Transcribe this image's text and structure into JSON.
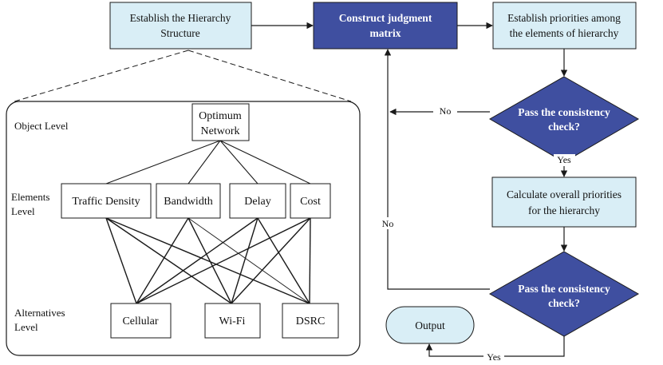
{
  "top": {
    "hierarchy": [
      "Establish the Hierarchy",
      "Structure"
    ],
    "judgment": [
      "Construct judgment",
      "matrix"
    ],
    "priorities": [
      "Establish priorities among",
      "the elements of hierarchy"
    ]
  },
  "decision1": {
    "lines": [
      "Pass the consistency",
      "check?"
    ],
    "no": "No",
    "yes": "Yes"
  },
  "calc": [
    "Calculate  overall priorities",
    "for the hierarchy"
  ],
  "decision2": {
    "lines": [
      "Pass the consistency",
      "check?"
    ],
    "no": "No",
    "yes": "Yes"
  },
  "output": "Output",
  "hierarchy": {
    "levels": {
      "object": [
        "Object Level"
      ],
      "elements": [
        "Elements",
        "Level"
      ],
      "alternatives": [
        "Alternatives",
        "Level"
      ]
    },
    "goal": [
      "Optimum",
      "Network"
    ],
    "criteria": [
      "Traffic Density",
      "Bandwidth",
      "Delay",
      "Cost"
    ],
    "alternatives": [
      "Cellular",
      "Wi-Fi",
      "DSRC"
    ]
  },
  "colors": {
    "light_fill": "#d9eef6",
    "dark_fill": "#3f4fa0",
    "stroke": "#1a1a1a"
  }
}
